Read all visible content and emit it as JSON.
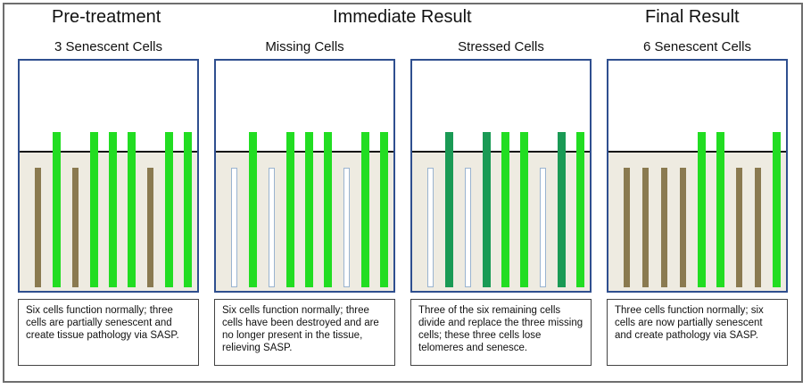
{
  "headers": {
    "pre": "Pre-treatment",
    "immediate": "Immediate Result",
    "final": "Final Result"
  },
  "panels": [
    {
      "subtitle": "3 Senescent Cells",
      "caption": "Six cells function normally; three cells are partially senescent and create tissue pathology via SASP.",
      "cells": [
        "senescent",
        "normal",
        "senescent",
        "normal",
        "normal",
        "normal",
        "senescent",
        "normal",
        "normal"
      ]
    },
    {
      "subtitle": "Missing Cells",
      "caption": "Six cells function normally; three cells have been destroyed and are no longer present in the tissue, relieving SASP.",
      "cells": [
        "missing",
        "normal",
        "missing",
        "normal",
        "normal",
        "normal",
        "missing",
        "normal",
        "normal"
      ]
    },
    {
      "subtitle": "Stressed Cells",
      "caption": "Three of the six remaining cells divide and replace the three missing cells; these three cells lose telomeres and senesce.",
      "cells": [
        "missing",
        "stressed",
        "missing",
        "stressed",
        "normal",
        "normal",
        "missing",
        "stressed",
        "normal"
      ]
    },
    {
      "subtitle": "6 Senescent Cells",
      "caption": "Three cells function normally; six cells are now partially senescent and create pathology via SASP.",
      "cells": [
        "senescent",
        "senescent",
        "senescent",
        "senescent",
        "normal",
        "normal",
        "senescent",
        "senescent",
        "normal"
      ]
    }
  ],
  "colors": {
    "normal": "#22dd22",
    "stressed": "#1a9a55",
    "senescent": "#8a7a50",
    "missing_outline": "#9ab4d0",
    "panel_border": "#2f4f8f",
    "tissue": "#eeebe1"
  }
}
